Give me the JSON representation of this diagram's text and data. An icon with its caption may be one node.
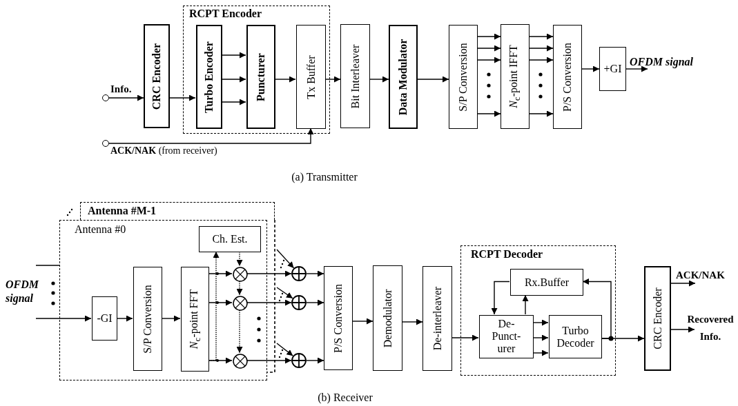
{
  "diagram": {
    "nodes": [
      {
        "text": [],
        "shape": "circle"
      },
      {
        "text": [
          "CRC Encoder"
        ]
      },
      {
        "text": [
          "RCPT Encoder"
        ]
      },
      {
        "text": [
          "Turbo Encoder"
        ],
        "in": 2
      },
      {
        "text": [
          "Puncturer"
        ],
        "in": 2
      },
      {
        "text": [
          "Tx Buffer"
        ],
        "in": 2
      },
      {
        "text": [
          "Bit Interleaver"
        ]
      },
      {
        "text": [
          "Data Modulator"
        ]
      },
      {
        "text": [
          "S/P Conversion"
        ]
      },
      {
        "text": [
          "*N*$_{c}$-point IFFT"
        ]
      },
      {
        "text": [
          "P/S Conversion"
        ]
      },
      {
        "text": [
          "+GI"
        ]
      },
      {
        "text": [],
        "shape": "circle"
      },
      {
        "text": [
          "Antenna #M-1"
        ]
      },
      {
        "text": [
          "Antenna #0"
        ]
      },
      {
        "text": [
          "OFDM signal"
        ]
      },
      {
        "text": [
          "-GI"
        ],
        "in": 14
      },
      {
        "text": [
          "S/P Conversion"
        ],
        "in": 14
      },
      {
        "text": [
          "*N*$_{c}$-point FFT"
        ],
        "in": 14
      },
      {
        "text": [
          "Ch. Est."
        ],
        "in": 14
      },
      {
        "text": [],
        "shape": "multiplier",
        "in": 14
      },
      {
        "text": [],
        "shape": "multiplier",
        "in": 14
      },
      {
        "text": [],
        "shape": "multiplier",
        "in": 14
      },
      {
        "text": [],
        "shape": "adder"
      },
      {
        "text": [],
        "shape": "adder"
      },
      {
        "text": [],
        "shape": "adder"
      },
      {
        "text": [
          "P/S Conversion"
        ]
      },
      {
        "text": [
          "Demodulator"
        ]
      },
      {
        "text": [
          "De-interleaver"
        ]
      },
      {
        "text": [
          "RCPT Decoder"
        ]
      },
      {
        "text": [
          "Rx.Buffer"
        ],
        "in": 29
      },
      {
        "text": [
          "De- Punct- urer"
        ],
        "in": 29
      },
      {
        "text": [
          "Turbo Decoder"
        ],
        "in": 29
      },
      {
        "text": [
          "CRC Encoder"
        ]
      }
    ],
    "edges": [
      {
        "from": 0,
        "to": 1,
        "arrow": "to",
        "label": "Info."
      },
      {
        "from": 1,
        "to": 3,
        "arrow": "to"
      },
      {
        "from": 3,
        "to": 4,
        "arrow": "to"
      },
      {
        "from": 3,
        "to": 4,
        "arrow": "to"
      },
      {
        "from": 3,
        "to": 4,
        "arrow": "to"
      },
      {
        "from": 4,
        "to": 5,
        "arrow": "to"
      },
      {
        "from": 5,
        "to": 6,
        "arrow": "to"
      },
      {
        "from": 6,
        "to": 7,
        "arrow": "to"
      },
      {
        "from": 7,
        "to": 8,
        "arrow": "to"
      },
      {
        "from": 8,
        "to": 9,
        "arrow": "to"
      },
      {
        "from": 8,
        "to": 9,
        "arrow": "to"
      },
      {
        "from": 8,
        "to": 9,
        "arrow": "to"
      },
      {
        "from": 8,
        "to": 9,
        "arrow": "to"
      },
      {
        "from": 9,
        "to": 10,
        "arrow": "to"
      },
      {
        "from": 9,
        "to": 10,
        "arrow": "to"
      },
      {
        "from": 9,
        "to": 10,
        "arrow": "to"
      },
      {
        "from": 9,
        "to": 10,
        "arrow": "to"
      },
      {
        "from": 10,
        "to": 11,
        "arrow": "to"
      },
      {
        "from": 11,
        "to": null,
        "arrow": "to",
        "label": "OFDM signal"
      },
      {
        "from": 12,
        "to": 5,
        "arrow": "to",
        "label": "**ACK/NAK** (from receiver)"
      },
      {
        "from": 15,
        "to": 16,
        "arrow": "to"
      },
      {
        "from": 15,
        "to": 14,
        "arrow": "none"
      },
      {
        "from": 16,
        "to": 17,
        "arrow": "to"
      },
      {
        "from": 17,
        "to": 18,
        "arrow": "to"
      },
      {
        "from": 18,
        "to": 20,
        "arrow": "to"
      },
      {
        "from": 18,
        "to": 21,
        "arrow": "to"
      },
      {
        "from": 18,
        "to": 22,
        "arrow": "to"
      },
      {
        "from": 18,
        "to": 19,
        "arrow": "to",
        "style": "dashed"
      },
      {
        "from": 19,
        "to": 20,
        "arrow": "to",
        "style": "dashed"
      },
      {
        "from": 20,
        "to": 21,
        "arrow": "to",
        "style": "dashed"
      },
      {
        "from": 21,
        "to": 22,
        "arrow": "to",
        "style": "dashed"
      },
      {
        "from": 20,
        "to": 23,
        "arrow": "to"
      },
      {
        "from": 21,
        "to": 24,
        "arrow": "to"
      },
      {
        "from": 22,
        "to": 25,
        "arrow": "to"
      },
      {
        "from": null,
        "to": 23,
        "arrow": "to"
      },
      {
        "from": null,
        "to": 24,
        "arrow": "to"
      },
      {
        "from": null,
        "to": 25,
        "arrow": "to"
      },
      {
        "from": 23,
        "to": 26,
        "arrow": "to"
      },
      {
        "from": 24,
        "to": 26,
        "arrow": "to"
      },
      {
        "from": 25,
        "to": 26,
        "arrow": "to"
      },
      {
        "from": 26,
        "to": 27,
        "arrow": "to"
      },
      {
        "from": 27,
        "to": 28,
        "arrow": "to"
      },
      {
        "from": 28,
        "to": 31,
        "arrow": "to"
      },
      {
        "from": 31,
        "to": 32,
        "arrow": "to"
      },
      {
        "from": 31,
        "to": 32,
        "arrow": "to"
      },
      {
        "from": 31,
        "to": 32,
        "arrow": "to"
      },
      {
        "from": 31,
        "to": 30,
        "arrow": "to"
      },
      {
        "from": 30,
        "to": 31,
        "arrow": "to"
      },
      {
        "from": 32,
        "to": 33,
        "arrow": "to"
      },
      {
        "from": 32,
        "to": 30,
        "arrow": "to"
      },
      {
        "from": 33,
        "to": null,
        "arrow": "to",
        "label": "ACK/NAK"
      },
      {
        "from": 33,
        "to": null,
        "arrow": "to",
        "label": "Recovered Info."
      }
    ],
    "labels": [
      "(a) Transmitter",
      "(b) Receiver"
    ]
  }
}
